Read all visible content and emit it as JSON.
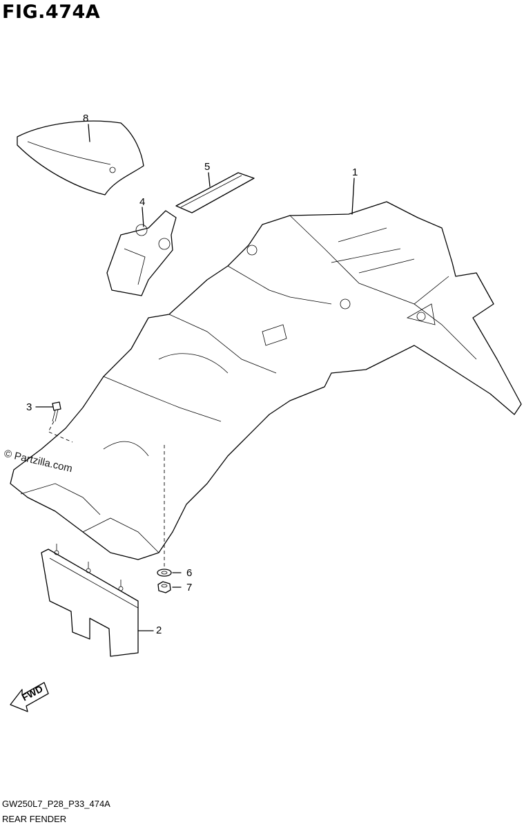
{
  "figure": {
    "title": "FIG.474A",
    "code": "GW250L7_P28_P33_474A",
    "name": "REAR FENDER"
  },
  "watermark": "© Partzilla.com",
  "fine_print": "",
  "direction_label": "FWD",
  "callouts": [
    {
      "id": "1",
      "label": "1"
    },
    {
      "id": "2",
      "label": "2"
    },
    {
      "id": "3",
      "label": "3"
    },
    {
      "id": "4",
      "label": "4"
    },
    {
      "id": "5",
      "label": "5"
    },
    {
      "id": "6",
      "label": "6"
    },
    {
      "id": "7",
      "label": "7"
    },
    {
      "id": "8",
      "label": "8"
    }
  ]
}
